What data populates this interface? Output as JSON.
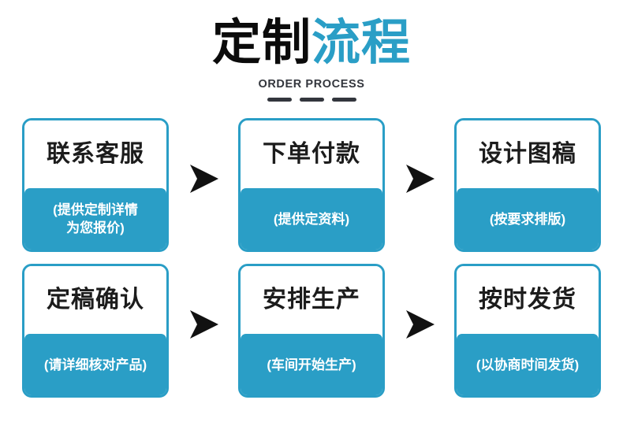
{
  "header": {
    "title_part_black": "定制",
    "title_part_blue": "流程",
    "subtitle": "ORDER PROCESS",
    "divider_dash_count": 3
  },
  "theme": {
    "accent_blue": "#2a9ec6",
    "title_black": "#0b0b0b",
    "subtitle_gray": "#33363d",
    "arrow_black": "#111111",
    "card_bg_white": "#ffffff",
    "card_note_text": "#ffffff"
  },
  "flow": {
    "arrow_icon": "arrow-right-icon",
    "rows": [
      {
        "steps": [
          {
            "title": "联系客服",
            "note": "(提供定制详情\n为您报价)"
          },
          {
            "title": "下单付款",
            "note": "(提供定资料)"
          },
          {
            "title": "设计图稿",
            "note": "(按要求排版)"
          }
        ]
      },
      {
        "steps": [
          {
            "title": "定稿确认",
            "note": "(请详细核对产品)"
          },
          {
            "title": "安排生产",
            "note": "(车间开始生产)"
          },
          {
            "title": "按时发货",
            "note": "(以协商时间发货)"
          }
        ]
      }
    ]
  }
}
